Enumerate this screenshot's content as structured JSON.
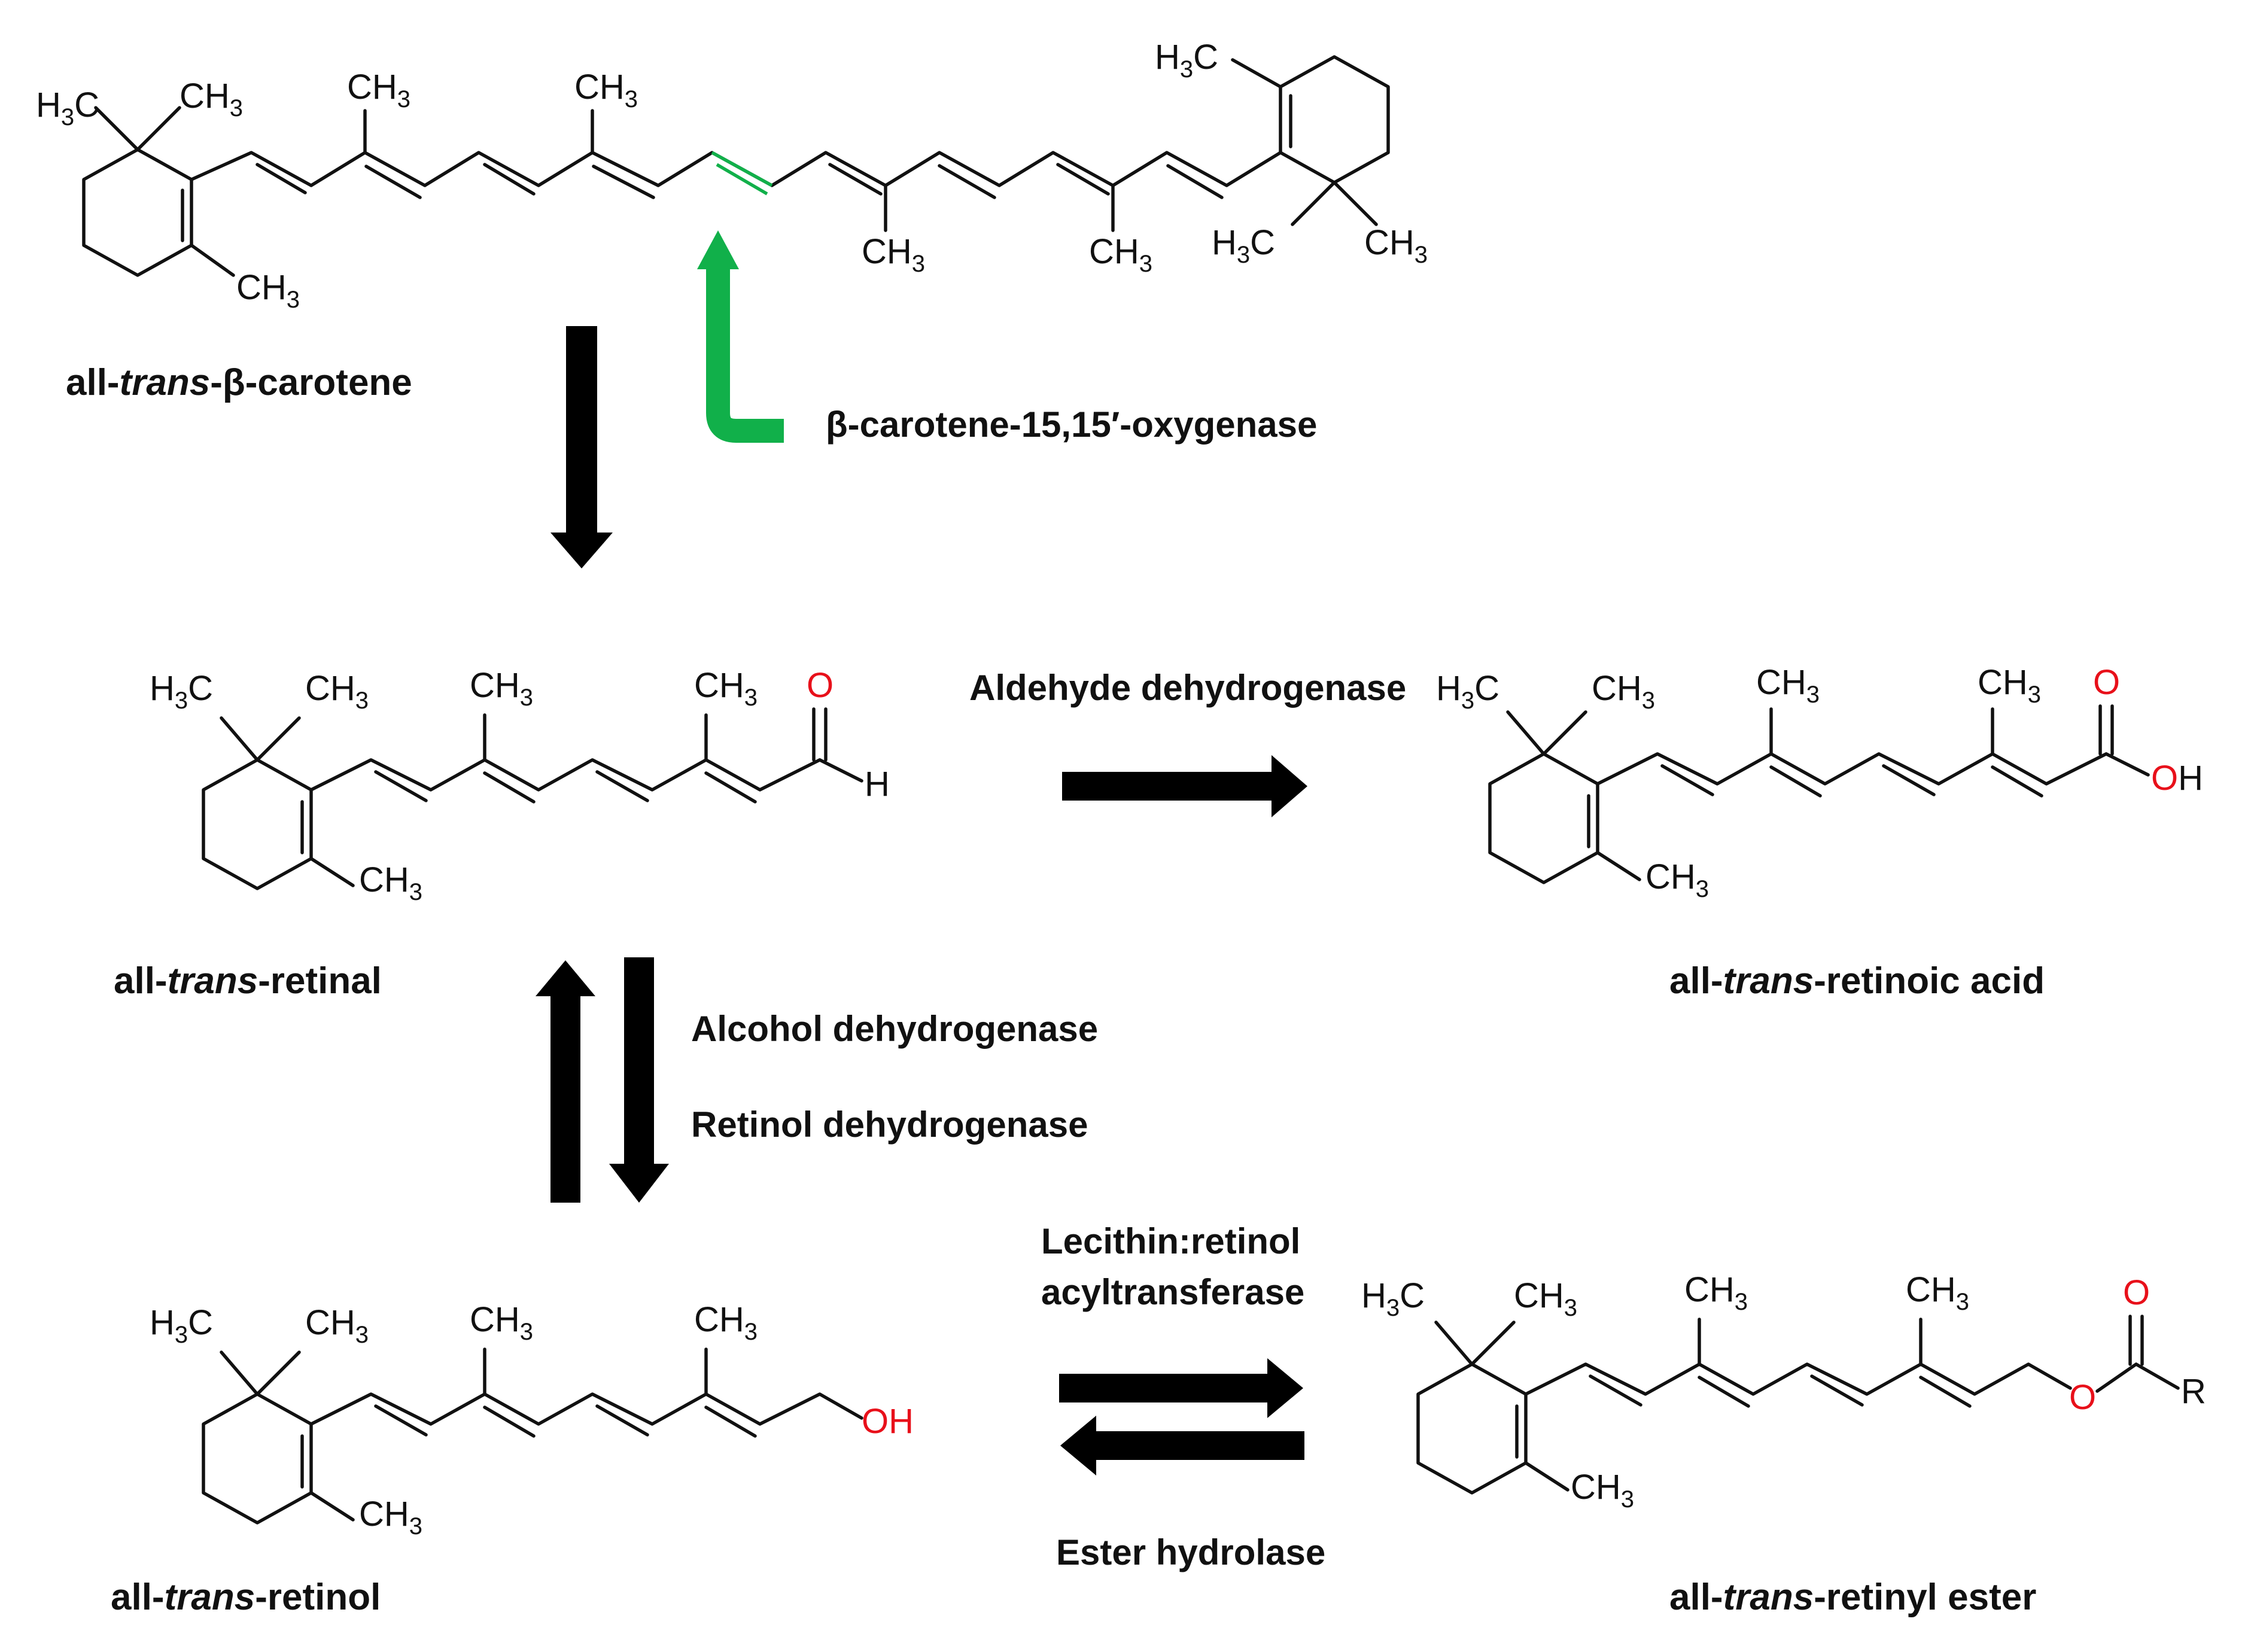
{
  "colors": {
    "green_accent": "#11b04a",
    "red_atom": "#e8101a",
    "text": "#111111"
  },
  "molecules": {
    "carotene": {
      "prefix": "all-",
      "italic": "trans",
      "suffix": "-β-carotene"
    },
    "retinal": {
      "prefix": "all-",
      "italic": "trans",
      "suffix": "-retinal"
    },
    "retinoic_acid": {
      "prefix": "all-",
      "italic": "trans",
      "suffix": "-retinoic acid"
    },
    "retinol": {
      "prefix": "all-",
      "italic": "trans",
      "suffix": "-retinol"
    },
    "retinyl_ester": {
      "prefix": "all-",
      "italic": "trans",
      "suffix": "-retinyl ester"
    }
  },
  "enzymes": {
    "oxygenase": "β-carotene-15,15′-oxygenase",
    "aldehyde_dh": "Aldehyde dehydrogenase",
    "alcohol_dh": "Alcohol dehydrogenase",
    "retinol_dh": "Retinol dehydrogenase",
    "lrat_line1": "Lecithin:retinol",
    "lrat_line2": "acyltransferase",
    "ester_hydrolase": "Ester hydrolase"
  },
  "atoms": {
    "methyl": "CH",
    "methyl_sub": "3",
    "h3c_h": "H",
    "h3c_sub": "3",
    "h3c_c": "C",
    "oxygen": "O",
    "hydrogen": "H",
    "hydroxyl": "OH",
    "r_group": "R"
  }
}
